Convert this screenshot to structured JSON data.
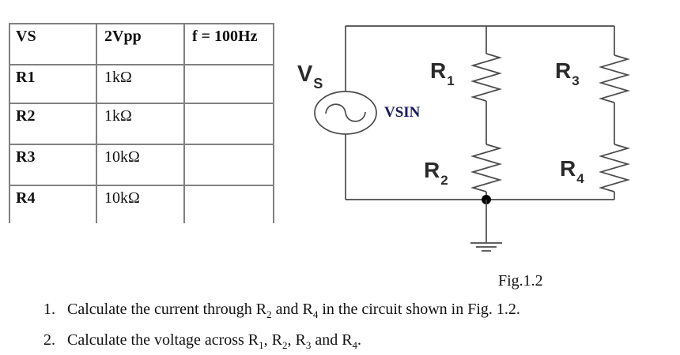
{
  "table": {
    "rows": [
      [
        "VS",
        "2Vpp",
        "f = 100Hz"
      ],
      [
        "R1",
        "1kΩ",
        ""
      ],
      [
        "R2",
        "1kΩ",
        ""
      ],
      [
        "R3",
        "10kΩ",
        ""
      ],
      [
        "R4",
        "10kΩ",
        ""
      ]
    ]
  },
  "circuit": {
    "source_name_main": "V",
    "source_name_sub": "S",
    "source_model": "VSIN",
    "resistors": {
      "r1": {
        "main": "R",
        "sub": "1"
      },
      "r2": {
        "main": "R",
        "sub": "2"
      },
      "r3": {
        "main": "R",
        "sub": "3"
      },
      "r4": {
        "main": "R",
        "sub": "4"
      }
    },
    "colors": {
      "wire": "#4a4a4a",
      "junction": "#000000",
      "model_label": "#181865"
    }
  },
  "figure": {
    "caption": "Fig.1.2"
  },
  "questions": {
    "q1": {
      "number": "1.",
      "p1": "Calculate the current through R",
      "s1": "2",
      "p2": " and R",
      "s2": "4",
      "p3": " in the circuit shown in Fig. 1.2."
    },
    "q2": {
      "number": "2.",
      "p1": "Calculate the voltage across R",
      "s1": "1",
      "p2": ", R",
      "s2": "2",
      "p3": ", R",
      "s3": "3",
      "p4": " and R",
      "s4": "4",
      "p5": "."
    }
  }
}
